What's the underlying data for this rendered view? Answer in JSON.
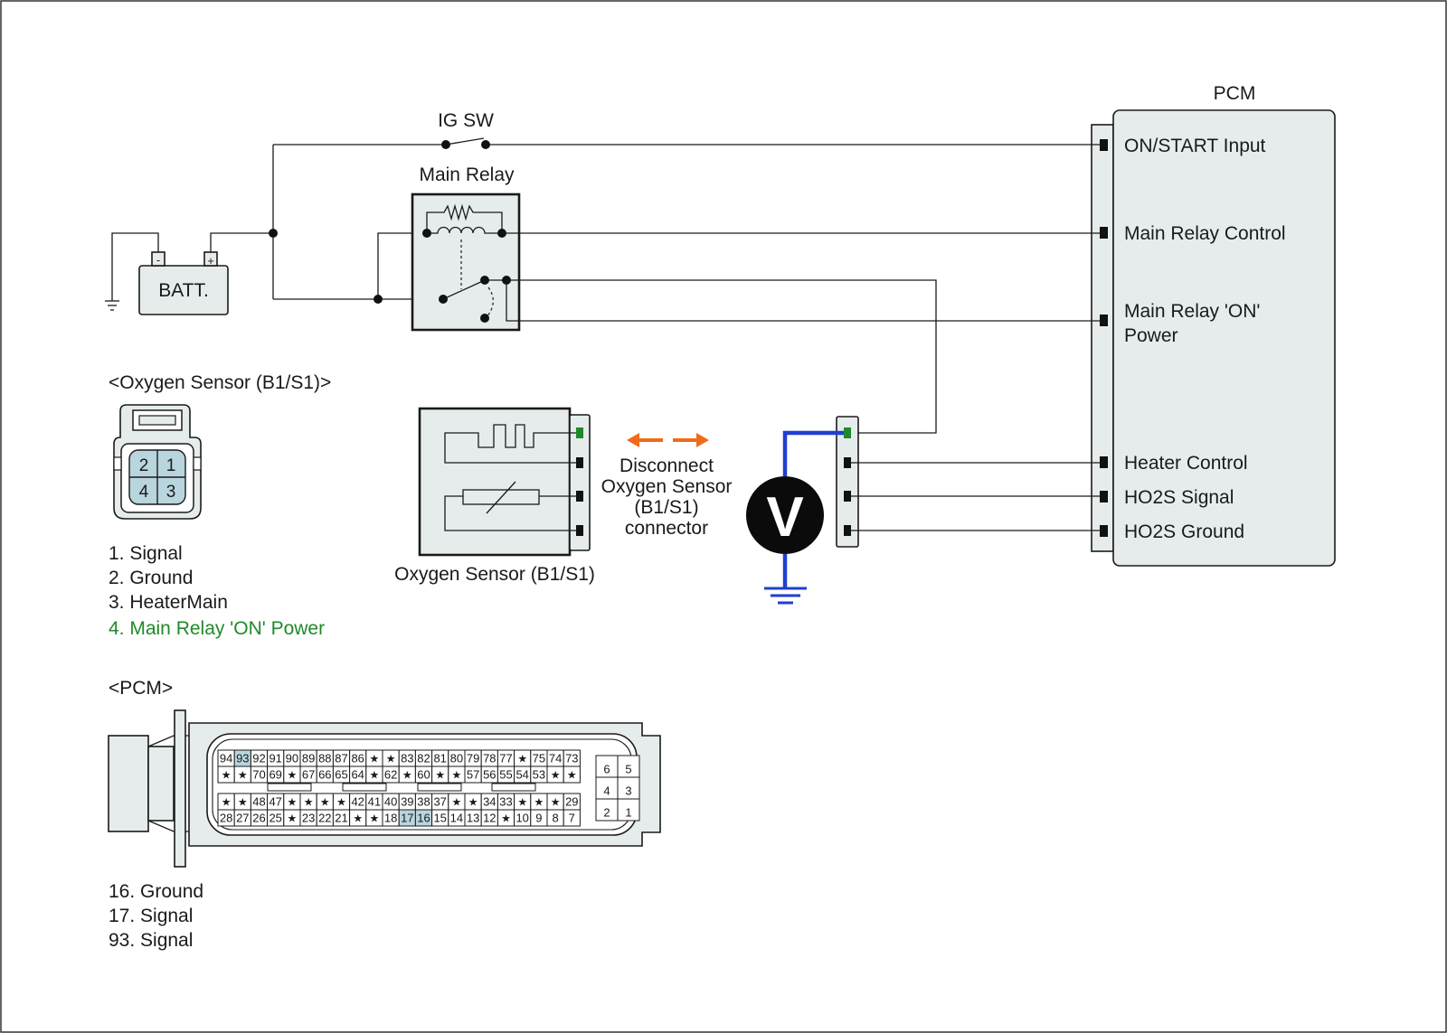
{
  "colors": {
    "wire": "#1a1a1a",
    "component_fill": "#e6ecec",
    "highlight_pin": "#b9d5de",
    "active_pin": "#1f8a2a",
    "probe_wire": "#1f3fd1",
    "arrow": "#ef6b1c",
    "highlight_text": "#1f8a2a"
  },
  "labels": {
    "pcm_title": "PCM",
    "ig_sw": "IG SW",
    "main_relay": "Main Relay",
    "battery": "BATT.",
    "battery_neg": "-",
    "battery_pos": "+",
    "voltmeter": "V"
  },
  "pcm_pins": [
    {
      "label": "ON/START Input"
    },
    {
      "label": "Main Relay Control"
    },
    {
      "label_line1": "Main Relay 'ON'",
      "label_line2": "Power"
    },
    {
      "label": "Heater Control"
    },
    {
      "label": "HO2S  Signal"
    },
    {
      "label": "HO2S  Ground"
    }
  ],
  "sensor": {
    "title": "<Oxygen Sensor (B1/S1)>",
    "caption": "Oxygen Sensor (B1/S1)",
    "connector_pins": [
      "1",
      "2",
      "3",
      "4"
    ],
    "pin_list": [
      "1. Signal",
      "2. Ground",
      "3. HeaterMain",
      "4. Main Relay 'ON' Power"
    ],
    "highlight_pin": "4. Main Relay 'ON' Power"
  },
  "disconnect_note": [
    "Disconnect",
    "Oxygen Sensor",
    "(B1/S1)",
    "connector"
  ],
  "pcm_connector": {
    "title": "<PCM>",
    "rows": [
      [
        "94",
        "93",
        "92",
        "91",
        "90",
        "89",
        "88",
        "87",
        "86",
        "★",
        "★",
        "83",
        "82",
        "81",
        "80",
        "79",
        "78",
        "77",
        "★",
        "75",
        "74",
        "73"
      ],
      [
        "★",
        "★",
        "70",
        "69",
        "★",
        "67",
        "66",
        "65",
        "64",
        "★",
        "62",
        "★",
        "60",
        "★",
        "★",
        "57",
        "56",
        "55",
        "54",
        "53",
        "★",
        "★"
      ],
      [
        "★",
        "★",
        "48",
        "47",
        "★",
        "★",
        "★",
        "★",
        "42",
        "41",
        "40",
        "39",
        "38",
        "37",
        "★",
        "★",
        "34",
        "33",
        "★",
        "★",
        "★",
        "29"
      ],
      [
        "28",
        "27",
        "26",
        "25",
        "★",
        "23",
        "22",
        "21",
        "★",
        "★",
        "18",
        "17",
        "16",
        "15",
        "14",
        "13",
        "12",
        "★",
        "10",
        "9",
        "8",
        "7"
      ]
    ],
    "side_block": [
      [
        "6",
        "5"
      ],
      [
        "4",
        "3"
      ],
      [
        "2",
        "1"
      ]
    ],
    "highlighted": [
      "93",
      "17",
      "16"
    ],
    "pin_list": [
      "16. Ground",
      "17. Signal",
      "93. Signal"
    ]
  }
}
